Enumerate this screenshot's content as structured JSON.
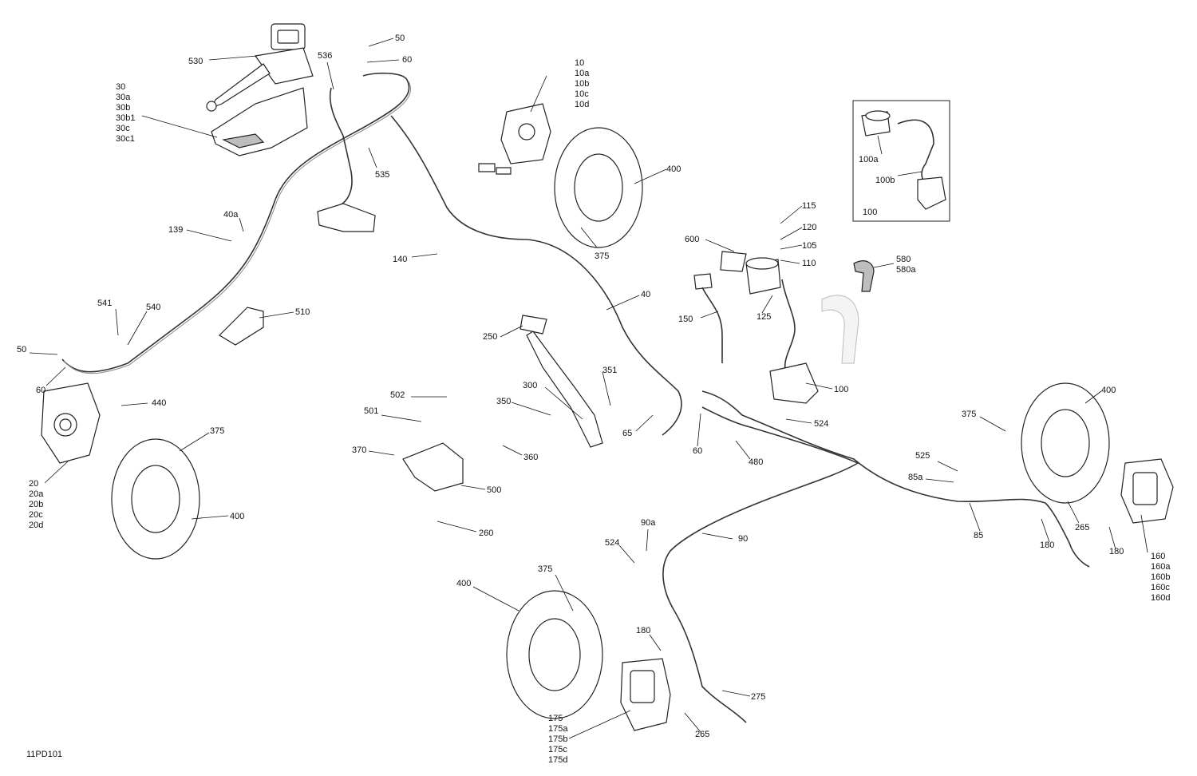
{
  "drawing_id": "11PD101",
  "inset_label": "100",
  "callouts": {
    "c10": "10\n10a\n10b\n10c\n10d",
    "c20": "20\n20a\n20b\n20c\n20d",
    "c30": "30\n30a\n30b\n30b1\n30c\n30c1",
    "c40": "40",
    "c40a": "40a",
    "c50a": "50",
    "c50b": "50",
    "c60a": "60",
    "c60b": "60",
    "c60c": "60",
    "c65": "65",
    "c85": "85",
    "c85a": "85a",
    "c90": "90",
    "c90a": "90a",
    "c100": "100",
    "c100a": "100a",
    "c100b": "100b",
    "c105": "105",
    "c110": "110",
    "c115": "115",
    "c120": "120",
    "c125": "125",
    "c139": "139",
    "c140": "140",
    "c150": "150",
    "c160": "160\n160a\n160b\n160c\n160d",
    "c175": "175\n175a\n175b\n175c\n175d",
    "c180a": "180",
    "c180b": "180",
    "c180c": "180",
    "c250": "250",
    "c260": "260",
    "c265a": "265",
    "c265b": "265",
    "c275": "275",
    "c300": "300",
    "c350": "350",
    "c351": "351",
    "c360": "360",
    "c370": "370",
    "c375a": "375",
    "c375b": "375",
    "c375c": "375",
    "c375d": "375",
    "c400a": "400",
    "c400b": "400",
    "c400c": "400",
    "c400d": "400",
    "c440": "440",
    "c480": "480",
    "c500": "500",
    "c501": "501",
    "c502": "502",
    "c510": "510",
    "c524a": "524",
    "c524b": "524",
    "c525": "525",
    "c530": "530",
    "c535": "535",
    "c536": "536",
    "c540": "540",
    "c541": "541",
    "c580": "580\n580a",
    "c600": "600"
  }
}
